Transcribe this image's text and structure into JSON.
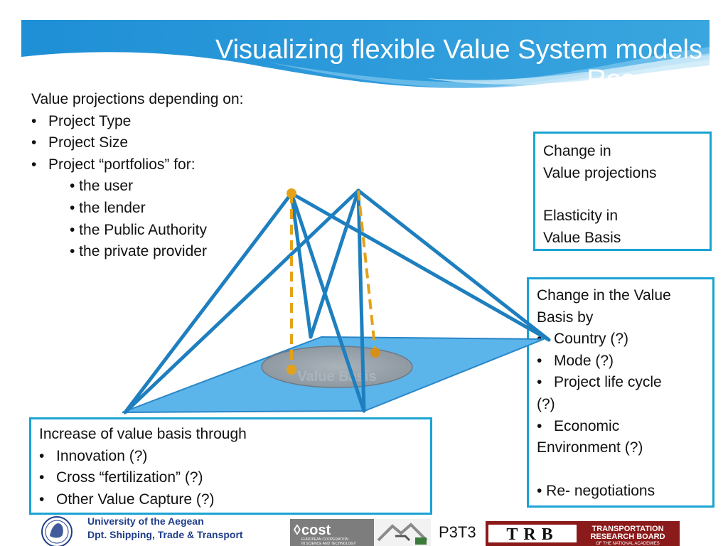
{
  "title": {
    "line1": "Visualizing flexible Value System models",
    "line2": "Research"
  },
  "intro": {
    "heading": "Value projections depending on:",
    "bullets": [
      "Project Type",
      "Project Size",
      "Project “portfolios” for:"
    ],
    "sub_bullets": [
      "• the user",
      "• the lender",
      "• the Public Authority",
      "• the private provider"
    ]
  },
  "diagram": {
    "base_label": "Value Basis"
  },
  "box_right_top": {
    "lines": [
      "Change in",
      "Value projections",
      "Elasticity in",
      "Value Basis"
    ]
  },
  "box_right_bottom": {
    "lines": [
      "Change in the Value",
      "Basis by",
      "Country (?)",
      "Mode (?)",
      "Project life cycle",
      "(?)",
      "Economic",
      "Environment (?)",
      "• Re- negotiations"
    ]
  },
  "box_bottom_left": {
    "heading": "Increase of value basis through",
    "bullets": [
      "Innovation (?)",
      "Cross “fertilization” (?)",
      "Other Value Capture (?)"
    ]
  },
  "footer": {
    "university": "University of the Aegean",
    "department": "Dpt. Shipping, Trade & Transport",
    "cost_logo": "cost",
    "cost_tagline1": "EUROPEAN COOPERATION",
    "cost_tagline2": "IN SCIENCE AND TECHNOLOGY",
    "action_code": "P3T3",
    "trb_logo": "TRB",
    "trb_line1": "TRANSPORTATION",
    "trb_line2": "RESEARCH BOARD",
    "trb_line3": "OF THE NATIONAL ACADEMIES"
  },
  "colors": {
    "banner": "#2f9ad8",
    "frame": "#1aa3d4",
    "structure_lines": "#1e7fbf",
    "base_plane": "#5bb4ea",
    "dashed_lines": "#e3a21a",
    "footer_text": "#1f3d8a",
    "trb_red": "#8b1a1a"
  }
}
